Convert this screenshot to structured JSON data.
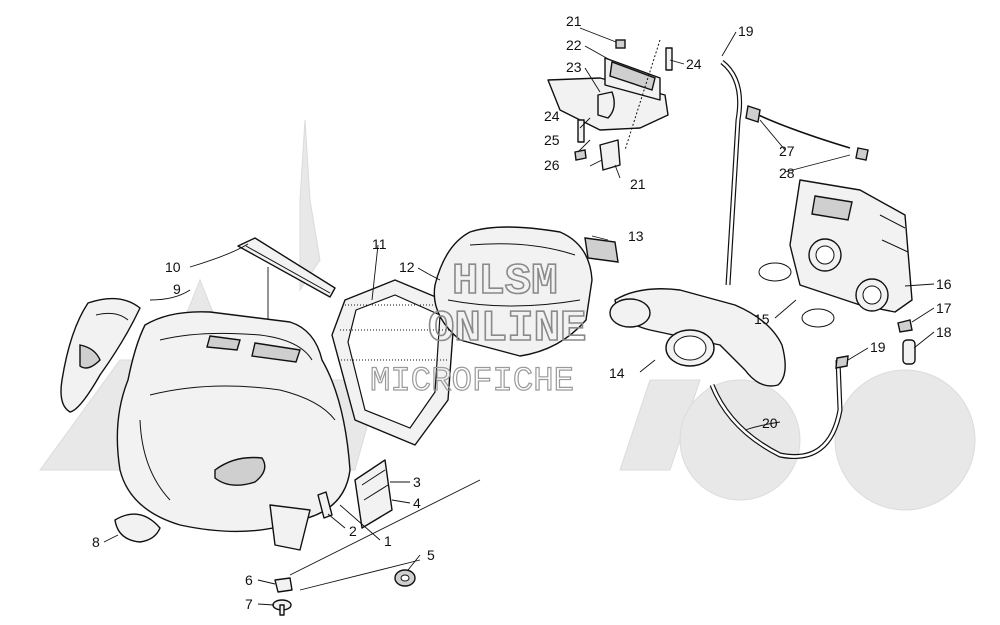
{
  "watermark": {
    "line1": "HLSM",
    "line2": "ONLINE",
    "line3": "MICROFICHE"
  },
  "callouts": [
    {
      "id": "c1",
      "label": "1"
    },
    {
      "id": "c2",
      "label": "2"
    },
    {
      "id": "c3",
      "label": "3"
    },
    {
      "id": "c4",
      "label": "4"
    },
    {
      "id": "c5",
      "label": "5"
    },
    {
      "id": "c6",
      "label": "6"
    },
    {
      "id": "c7",
      "label": "7"
    },
    {
      "id": "c8",
      "label": "8"
    },
    {
      "id": "c9",
      "label": "9"
    },
    {
      "id": "c10",
      "label": "10"
    },
    {
      "id": "c11",
      "label": "11"
    },
    {
      "id": "c12",
      "label": "12"
    },
    {
      "id": "c13",
      "label": "13"
    },
    {
      "id": "c14",
      "label": "14"
    },
    {
      "id": "c15",
      "label": "15"
    },
    {
      "id": "c16",
      "label": "16"
    },
    {
      "id": "c17",
      "label": "17"
    },
    {
      "id": "c18",
      "label": "18"
    },
    {
      "id": "c19a",
      "label": "19"
    },
    {
      "id": "c19b",
      "label": "19"
    },
    {
      "id": "c20",
      "label": "20"
    },
    {
      "id": "c21a",
      "label": "21"
    },
    {
      "id": "c21b",
      "label": "21"
    },
    {
      "id": "c22",
      "label": "22"
    },
    {
      "id": "c23",
      "label": "23"
    },
    {
      "id": "c24a",
      "label": "24"
    },
    {
      "id": "c24b",
      "label": "24"
    },
    {
      "id": "c25",
      "label": "25"
    },
    {
      "id": "c26",
      "label": "26"
    },
    {
      "id": "c27",
      "label": "27"
    },
    {
      "id": "c28",
      "label": "28"
    }
  ]
}
